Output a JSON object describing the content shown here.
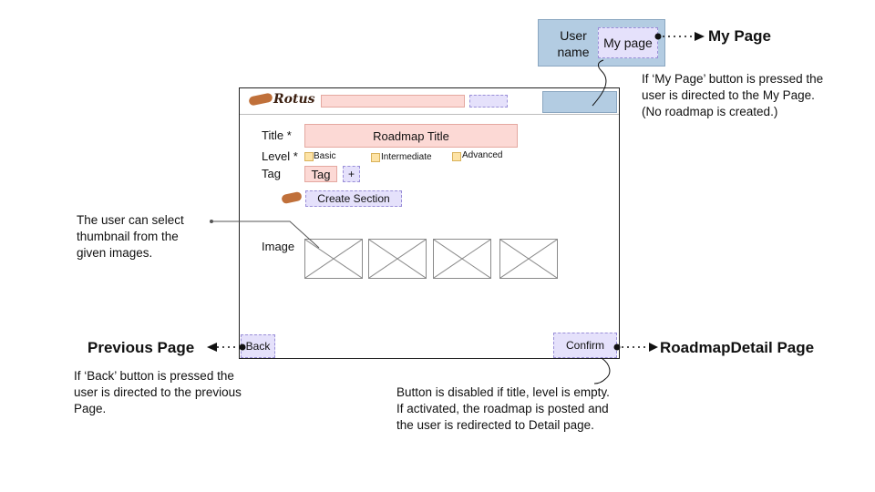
{
  "app": {
    "logo_text": "Rotus"
  },
  "form": {
    "title_label": "Title *",
    "title_value": "Roadmap Title",
    "level_label": "Level *",
    "levels": [
      "Basic",
      "Intermediate",
      "Advanced"
    ],
    "tag_label": "Tag",
    "tag_chip": "Tag",
    "tag_add": "+",
    "create_section": "Create Section",
    "image_label": "Image",
    "back": "Back",
    "confirm": "Confirm"
  },
  "mypage_detail": {
    "user_name": "User name",
    "my_page_button": "My page"
  },
  "targets": {
    "my_page": "My Page",
    "previous_page": "Previous Page",
    "roadmap_detail": "RoadmapDetail Page"
  },
  "annotations": {
    "my_page_note": [
      "If ‘My Page’ button is pressed the",
      "user is directed to the My Page.",
      "(No roadmap is created.)"
    ],
    "thumbnail_note": [
      "The user can select",
      "thumbnail from the",
      "given images."
    ],
    "back_note": [
      "If ‘Back’ button is pressed the",
      "user is directed to the previous",
      "Page."
    ],
    "confirm_note": [
      "Button is disabled  if title, level is empty.",
      "If activated,  the roadmap is posted and",
      "the user is redirected to Detail page."
    ]
  },
  "colors": {
    "input_fill": "#fcd9d5",
    "button_fill": "#e5e1fb",
    "user_area_fill": "#b3cce2",
    "checkbox_fill": "#fde3a6",
    "logo_brown": "#c0703a"
  }
}
